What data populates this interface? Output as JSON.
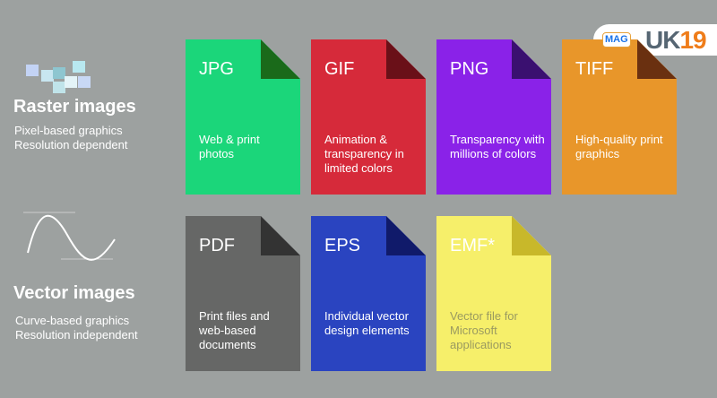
{
  "raster": {
    "title": "Raster images",
    "lines": [
      "Pixel-based graphics",
      "Resolution dependent"
    ]
  },
  "vector": {
    "title": "Vector images",
    "lines": [
      "Curve-based graphics",
      "Resolution independent"
    ]
  },
  "logo": {
    "badge": "MAG",
    "name_a": "UK",
    "name_b": "19"
  },
  "cards": [
    {
      "title": "JPG",
      "desc": "Web & print photos",
      "color": "#1bd67a",
      "fold": "#1a6a1a"
    },
    {
      "title": "GIF",
      "desc": "Animation & transparency in limited colors",
      "color": "#d62a3a",
      "fold": "#6a1018"
    },
    {
      "title": "PNG",
      "desc": "Transparency with millions of colors",
      "color": "#8a22e8",
      "fold": "#3a1070"
    },
    {
      "title": "TIFF",
      "desc": "High-quality print graphics",
      "color": "#e8962a",
      "fold": "#6a3010"
    },
    {
      "title": "PDF",
      "desc": "Print files and web-based documents",
      "color": "#666766",
      "fold": "#333333"
    },
    {
      "title": "EPS",
      "desc": "Individual vector design elements",
      "color": "#2a44c0",
      "fold": "#101a6a"
    },
    {
      "title": "EMF*",
      "desc": "Vector file for Microsoft applications",
      "color": "#f6ef6a",
      "fold": "#c8b82a"
    }
  ]
}
